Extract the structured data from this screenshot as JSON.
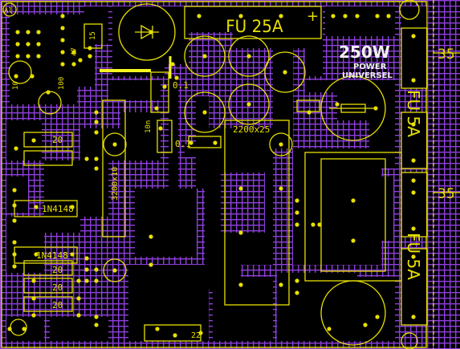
{
  "board": {
    "colors": {
      "background": "#000000",
      "grid": "#8d3fdc",
      "silkscreen": "#e8e000",
      "pad": "#e8e000",
      "copper": "#000000",
      "title_text": "#f2f2f2"
    }
  },
  "labels": {
    "fuse_top": "FU 25A",
    "plus_sign": "+",
    "power_title_1": "250W",
    "power_title_2": "POWER",
    "power_title_3": "UNIVERSEL",
    "fuse_right_1": "FU 5A",
    "fuse_right_2": "FU 5A",
    "dim_1": "35",
    "dim_2": "35",
    "cap_main": "2200x25",
    "cap_01_a": "0.1",
    "cap_01_b": "0.1",
    "res_20_1": "20",
    "res_20_2": "20",
    "res_20_3": "20",
    "res_20_4": "20",
    "diode_1": "1N4148",
    "diode_2": "1N4148",
    "ic_label": "3200x10",
    "res_15": "15",
    "res_100": "100",
    "res_10": "10",
    "cap_10n": "10n",
    "res_47": "47",
    "res_22": "22",
    "corner_mark": "Al"
  }
}
